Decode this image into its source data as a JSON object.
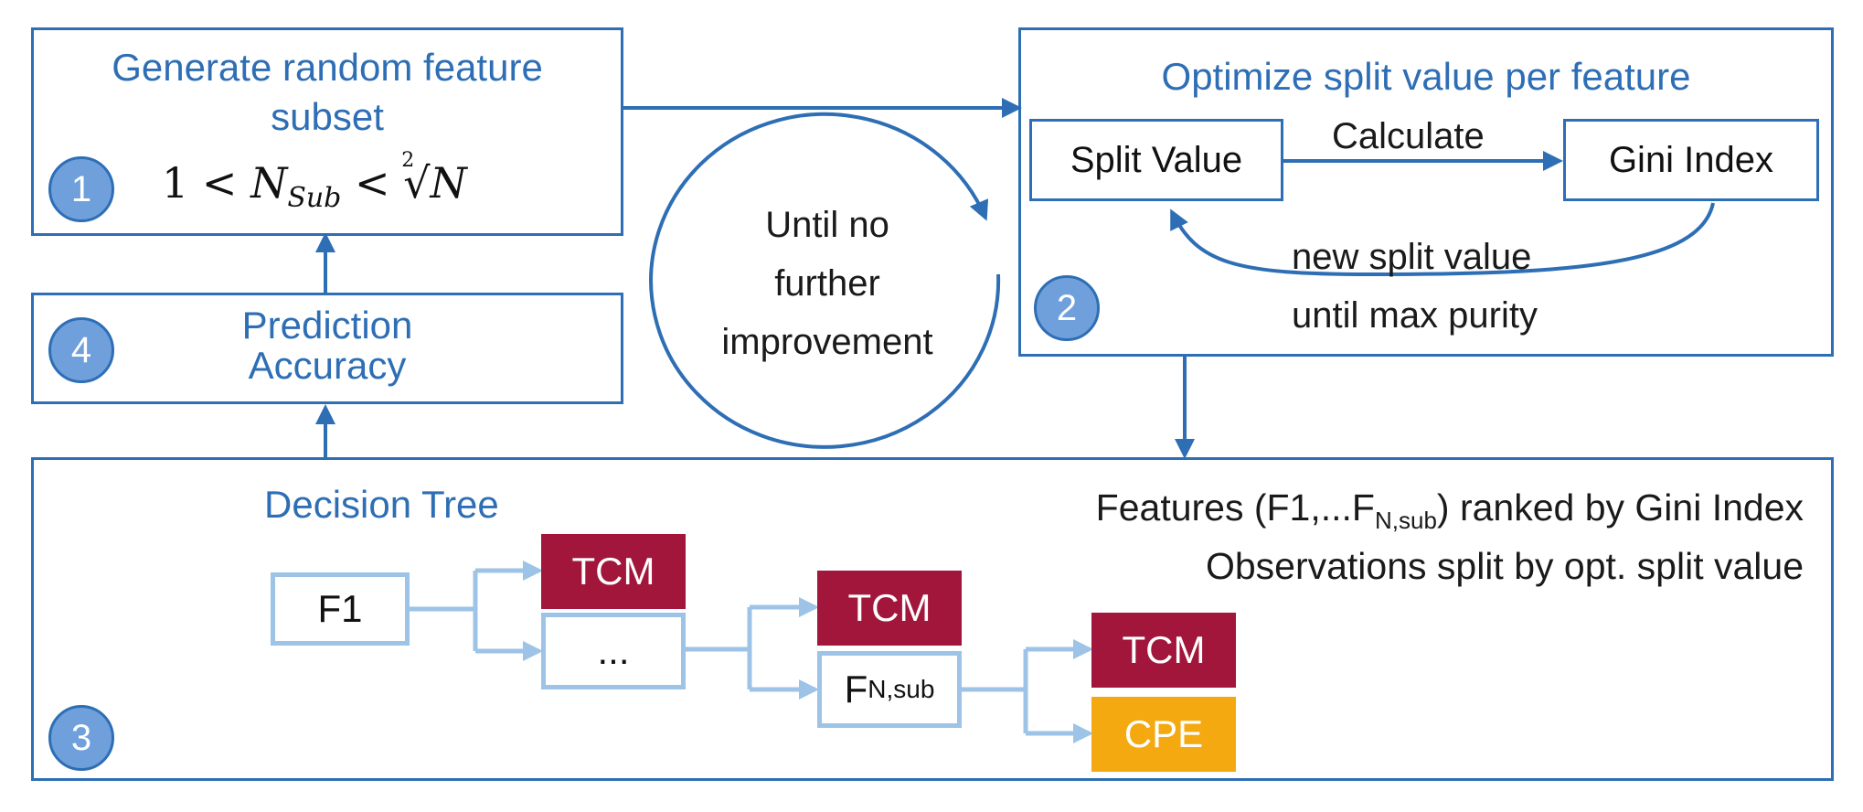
{
  "steps": {
    "generate": {
      "title": "Generate random feature subset",
      "badge": "1",
      "formula": {
        "left": "1 <",
        "var": "N",
        "sub": "Sub",
        "mid": "<",
        "root_index": "2",
        "root_arg": "N"
      }
    },
    "optimize": {
      "title": "Optimize split value per feature",
      "badge": "2",
      "split_value": "Split Value",
      "calculate": "Calculate",
      "gini_index": "Gini Index",
      "loop_line1": "new split value",
      "loop_line2": "until max purity"
    },
    "tree": {
      "title": "Decision Tree",
      "badge": "3",
      "desc_line1_pre": "Features (F1,...F",
      "desc_line1_sub": "N,sub",
      "desc_line1_post": ") ranked by Gini Index",
      "desc_line2": "Observations split by opt. split value",
      "nodes": {
        "f1": "F1",
        "tcm1": "TCM",
        "ellipsis": "...",
        "tcm2": "TCM",
        "fn_main": "F",
        "fn_sub": "N,sub",
        "tcm3": "TCM",
        "cpe": "CPE"
      }
    },
    "accuracy": {
      "title_line1": "Prediction",
      "title_line2": "Accuracy",
      "badge": "4"
    },
    "cycle": {
      "line1": "Until no",
      "line2": "further",
      "line3": "improvement"
    }
  },
  "colors": {
    "accent_blue": "#2E6EB5",
    "badge_fill": "#6FA0DC",
    "light_blue": "#9DC3E6",
    "tcm_red": "#A1163A",
    "cpe_orange": "#F4A910"
  }
}
